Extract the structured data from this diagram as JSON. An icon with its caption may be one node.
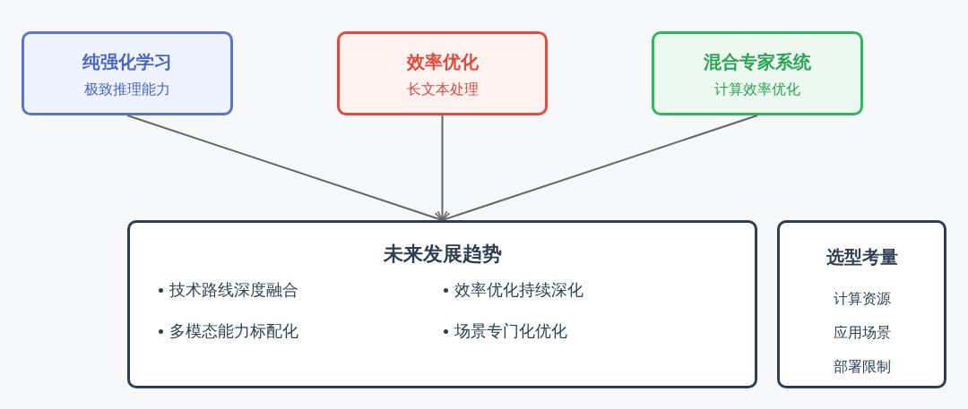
{
  "diagram": {
    "nodes": [
      {
        "text": [
          "纯强化学习",
          "极致推理能力"
        ]
      },
      {
        "text": [
          "效率优化",
          "长文本处理"
        ]
      },
      {
        "text": [
          "混合专家系统",
          "计算效率优化"
        ]
      },
      {
        "text": [
          "未来发展趋势",
          "技术路线深度融合",
          "效率优化持续深化",
          "多模态能力标配化",
          "场景专门化优化"
        ]
      },
      {
        "text": [
          "选型考量",
          "计算资源",
          "应用场景",
          "部署限制"
        ]
      }
    ],
    "edges": [
      {
        "from": 0,
        "to": 3,
        "arrow": "to"
      },
      {
        "from": 1,
        "to": 3,
        "arrow": "to"
      },
      {
        "from": 2,
        "to": 3,
        "arrow": "to"
      }
    ]
  }
}
